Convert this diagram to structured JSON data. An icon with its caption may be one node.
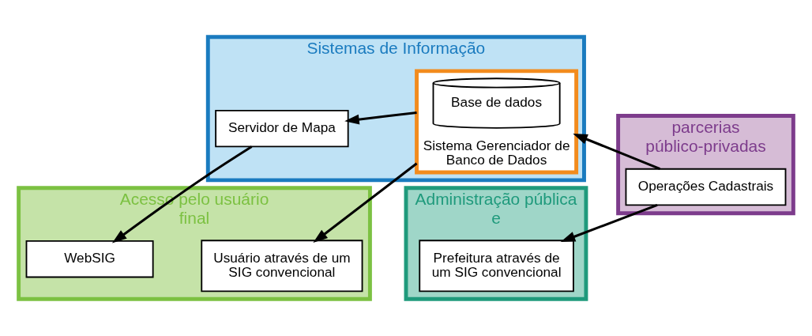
{
  "diagram": {
    "nodes": [
      {
        "text": [
          "Acesso pelo usuário final"
        ]
      },
      {
        "text": [
          "WebSIG"
        ],
        "in": 0
      },
      {
        "text": [
          "Usuário através de um SIG convencional"
        ],
        "in": 0
      },
      {
        "text": [
          "Sistemas de Informação"
        ]
      },
      {
        "text": [
          "Servidor de Mapa"
        ],
        "in": 3
      },
      {
        "text": [
          "Sistema Gerenciador de Banco de Dados"
        ],
        "in": 3
      },
      {
        "text": [
          "Base de dados"
        ],
        "in": 5
      },
      {
        "text": [
          "parcerias público-privadas"
        ]
      },
      {
        "text": [
          "Operações Cadastrais"
        ],
        "in": 7
      },
      {
        "text": [
          "Administração pública e"
        ]
      },
      {
        "text": [
          "Prefeitura através de um SIG convencional"
        ],
        "in": 9
      }
    ],
    "edges": [
      {
        "from": 4,
        "to": 1,
        "arrow": "to"
      },
      {
        "from": 5,
        "to": 4,
        "arrow": "to"
      },
      {
        "from": 5,
        "to": 2,
        "arrow": "to"
      },
      {
        "from": 8,
        "to": 5,
        "arrow": "to"
      },
      {
        "from": 8,
        "to": 10,
        "arrow": "to"
      }
    ]
  }
}
